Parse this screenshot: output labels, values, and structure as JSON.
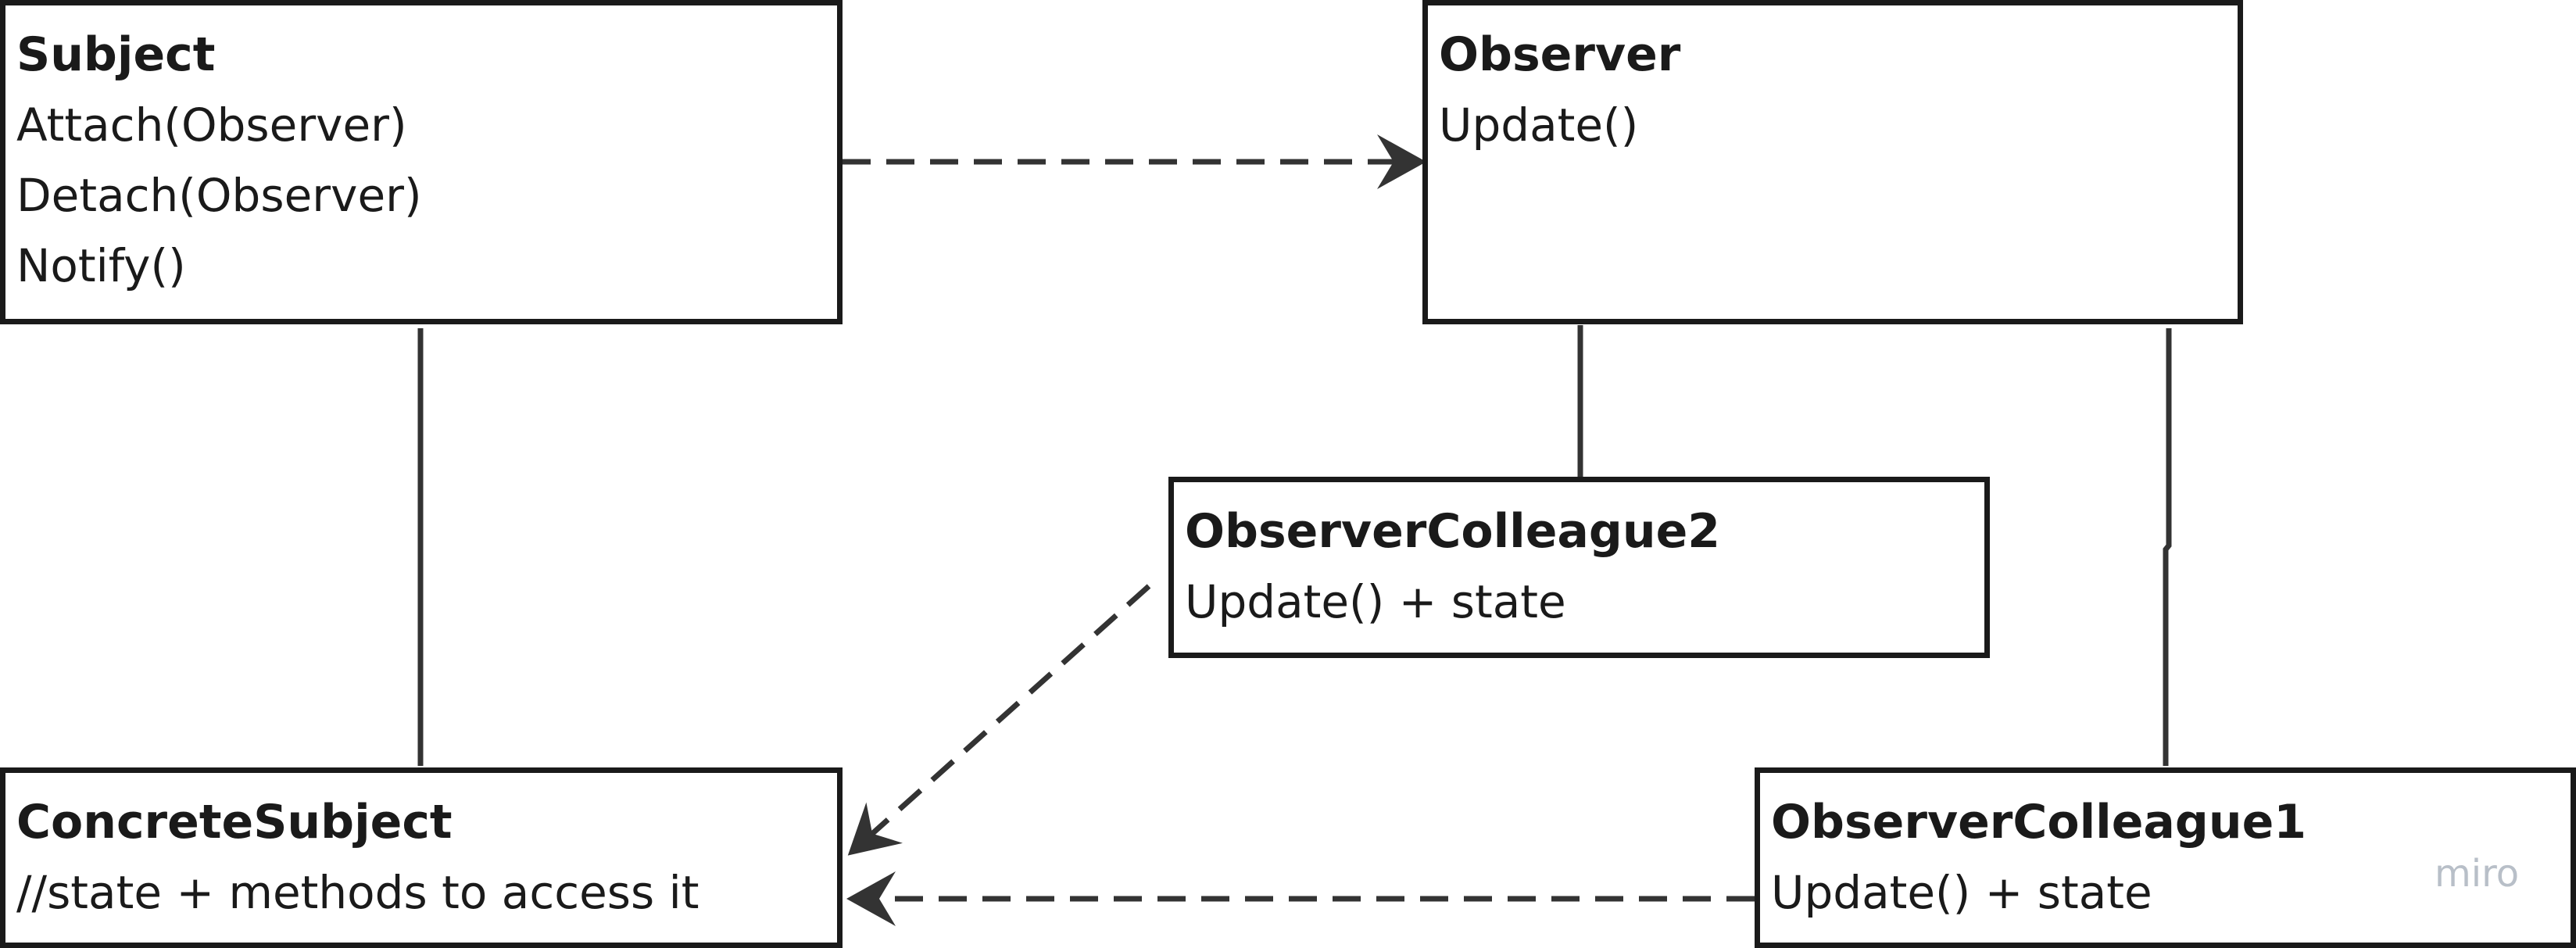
{
  "colors": {
    "stroke": "#333333",
    "border": "#1a1a1a",
    "text": "#1a1a1a",
    "watermark": "#b8bfc8"
  },
  "classes": {
    "subject": {
      "title": "Subject",
      "lines": [
        "Attach(Observer)",
        "Detach(Observer)",
        "Notify()"
      ]
    },
    "observer": {
      "title": "Observer",
      "lines": [
        "Update()"
      ]
    },
    "colleague2": {
      "title": "ObserverColleague2",
      "lines": [
        "Update() + state"
      ]
    },
    "concrete_subject": {
      "title": "ConcreteSubject",
      "lines": [
        "//state + methods to access it"
      ]
    },
    "colleague1": {
      "title": "ObserverColleague1",
      "lines": [
        "Update() + state"
      ]
    }
  },
  "connectors": [
    {
      "from": "subject",
      "to": "observer",
      "style": "dashed",
      "arrow": "end"
    },
    {
      "from": "subject",
      "to": "concrete_subject",
      "style": "solid",
      "arrow": "none"
    },
    {
      "from": "observer",
      "to": "colleague2",
      "style": "solid",
      "arrow": "none"
    },
    {
      "from": "observer",
      "to": "colleague1",
      "style": "solid",
      "arrow": "none"
    },
    {
      "from": "colleague2",
      "to": "concrete_subject",
      "style": "dashed",
      "arrow": "end"
    },
    {
      "from": "colleague1",
      "to": "concrete_subject",
      "style": "dashed",
      "arrow": "end"
    }
  ],
  "watermark": "miro"
}
